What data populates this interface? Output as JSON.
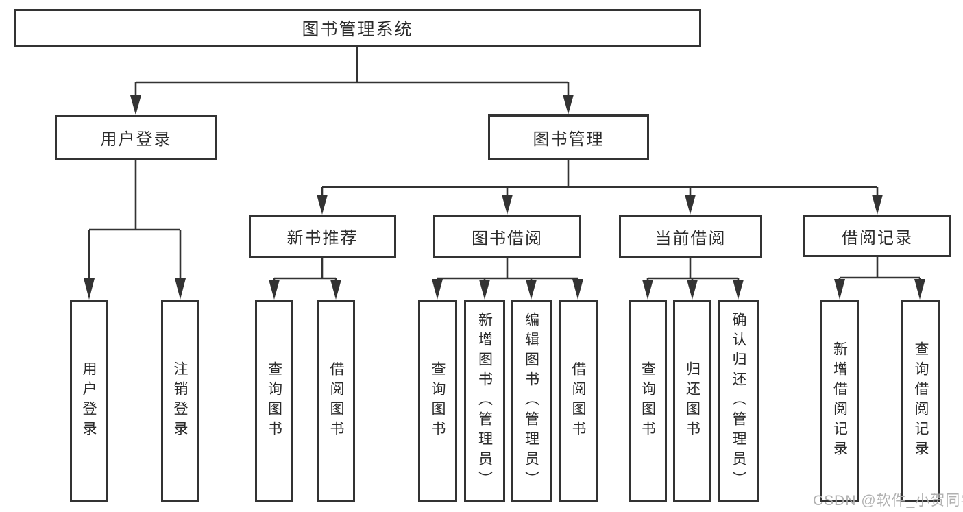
{
  "diagram": {
    "root_label": "图书管理系统",
    "level2": [
      {
        "label": "用户登录"
      },
      {
        "label": "图书管理"
      }
    ],
    "level3": [
      {
        "label": "新书推荐",
        "parent": "图书管理"
      },
      {
        "label": "图书借阅",
        "parent": "图书管理"
      },
      {
        "label": "当前借阅",
        "parent": "图书管理"
      },
      {
        "label": "借阅记录",
        "parent": "图书管理"
      }
    ],
    "leaves": [
      {
        "label": "用户登录",
        "parent": "用户登录"
      },
      {
        "label": "注销登录",
        "parent": "用户登录"
      },
      {
        "label": "查询图书",
        "parent": "新书推荐"
      },
      {
        "label": "借阅图书",
        "parent": "新书推荐"
      },
      {
        "label": "查询图书",
        "parent": "图书借阅"
      },
      {
        "label": "新增图书（管理员）",
        "parent": "图书借阅"
      },
      {
        "label": "编辑图书（管理员）",
        "parent": "图书借阅"
      },
      {
        "label": "借阅图书",
        "parent": "图书借阅"
      },
      {
        "label": "查询图书",
        "parent": "当前借阅"
      },
      {
        "label": "归还图书",
        "parent": "当前借阅"
      },
      {
        "label": "确认归还（管理员）",
        "parent": "当前借阅"
      },
      {
        "label": "新增借阅记录",
        "parent": "借阅记录"
      },
      {
        "label": "查询借阅记录",
        "parent": "借阅记录"
      }
    ]
  },
  "watermark": {
    "text": "CSDN @软件_小贺同学"
  },
  "colors": {
    "line": "#333333",
    "box_border": "#333333",
    "text": "#2b2b2b",
    "watermark": "#acacac",
    "background": "#ffffff"
  }
}
